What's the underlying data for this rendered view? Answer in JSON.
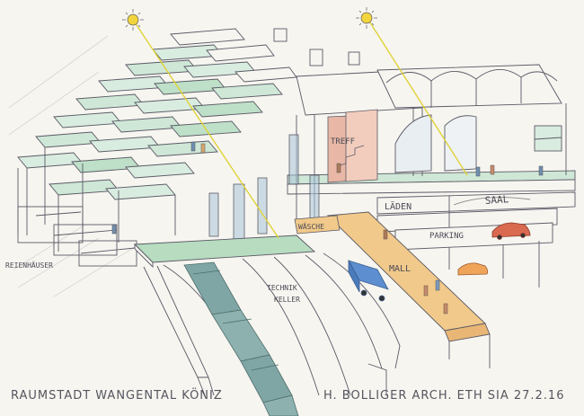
{
  "labels": {
    "treff": "TREFF",
    "saal": "SAAL",
    "laden": "LÄDEN",
    "parking": "PARKING",
    "wasche": "WÄSCHE",
    "mall": "MALL",
    "technik_line1": "TECHNIK",
    "technik_line2": "KELLER",
    "reihenhauser": "REIENHÄUSER"
  },
  "caption": {
    "left": "RAUMSTADT WANGENTAL KÖNIZ",
    "right": "H. BOLLIGER ARCH. ETH SIA 27.2.16"
  },
  "colors": {
    "paper": "#f7f5f0",
    "ink": "#4a4a55",
    "roof_green": "#b7dcc0",
    "mall_floor": "#f1c98a",
    "treff_wall": "#e8b7a5",
    "sun_ray": "#e0d23a",
    "sun": "#f2d43c",
    "glass_blue": "#a9c4d8",
    "train": "#7fa6a4",
    "van": "#5d8fd0",
    "car_red": "#d9694f",
    "car_orange": "#efa45a"
  },
  "icons": [
    "sun-icon",
    "sun-icon",
    "train-icon",
    "van-icon",
    "car-icon"
  ]
}
